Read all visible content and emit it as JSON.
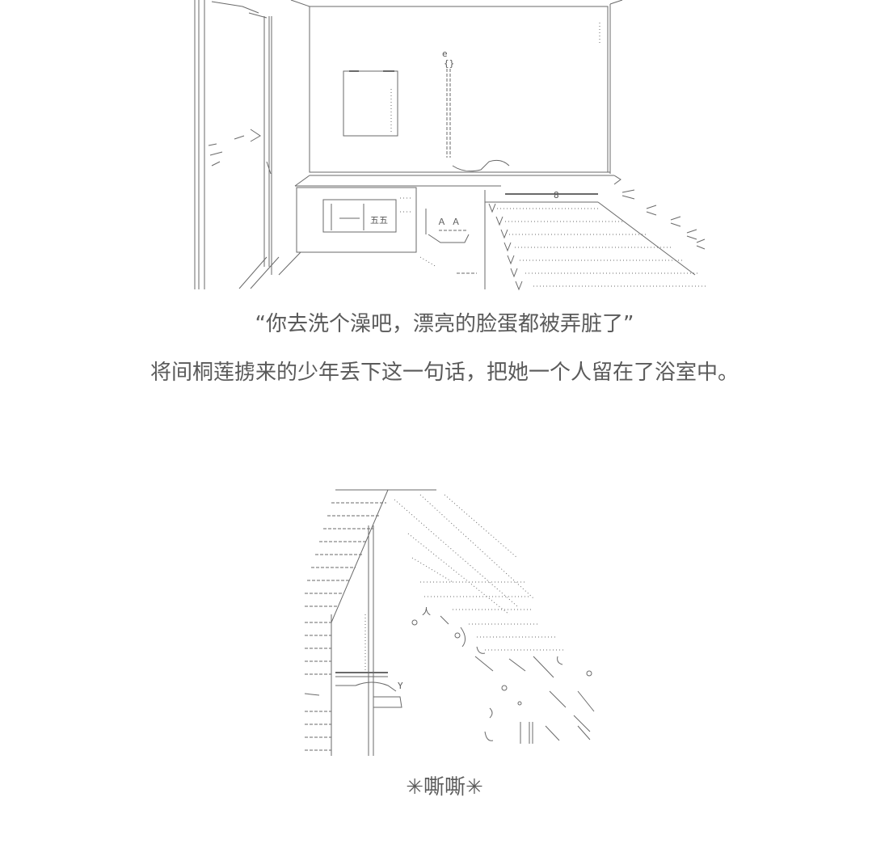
{
  "story": {
    "dialogue": "“你去洗个澡吧，漂亮的脸蛋都被弄脏了”",
    "narration": "将间桐莲掳来的少年丢下这一句话，把她一个人留在了浴室中。",
    "sound_effect": "✳嘶嘶✳"
  },
  "art": {
    "panel1_glyphs": {
      "cabinet_panel": "五五",
      "mirror_marker": "8",
      "face_marks": "Ａ Ａ",
      "mirror_top": "e",
      "mirror_stem": "{}"
    },
    "panel2_glyphs": {
      "figure_mark": "人",
      "faucet_mark": "Y"
    }
  }
}
